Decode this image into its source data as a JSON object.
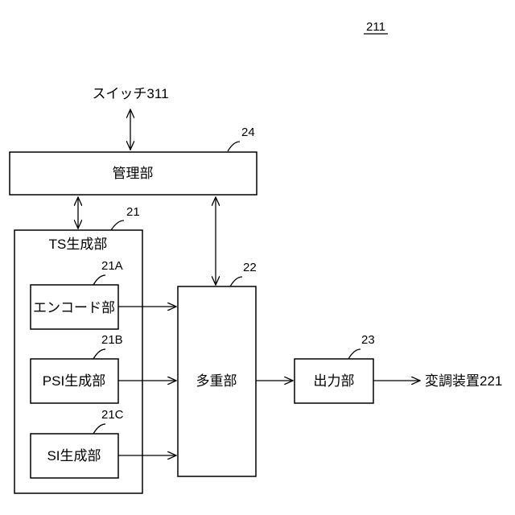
{
  "figure_id": "211",
  "switch_label": "スイッチ311",
  "management": {
    "label": "管理部",
    "ref": "24"
  },
  "ts_gen": {
    "label": "TS生成部",
    "ref": "21"
  },
  "encoder": {
    "label": "エンコード部",
    "ref": "21A"
  },
  "psi_gen": {
    "label": "PSI生成部",
    "ref": "21B"
  },
  "si_gen": {
    "label": "SI生成部",
    "ref": "21C"
  },
  "mux": {
    "label": "多重部",
    "ref": "22"
  },
  "output": {
    "label": "出力部",
    "ref": "23"
  },
  "modulator_label": "変調装置221"
}
